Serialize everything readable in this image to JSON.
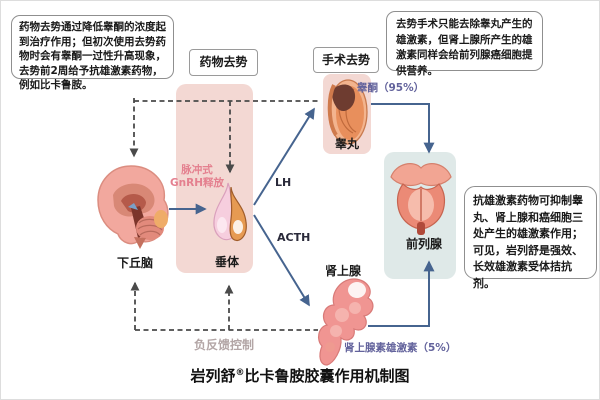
{
  "title": {
    "brand": "岩列舒",
    "reg": "®",
    "rest": "比卡鲁胺胶囊作用机制图"
  },
  "notes": {
    "drug_castration": "药物去势通过降低睾酮的浓度起到治疗作用；但初次使用去势药物时会有睾酮一过性升高现象，去势前2周给予抗雄激素药物，例如比卡鲁胺。",
    "surgery_castration": "去势手术只能去除睾丸产生的雄激素，但肾上腺所产生的雄激素同样会给前列腺癌细胞提供营养。",
    "antiandrogen": "抗雄激素药物可抑制睾丸、肾上腺和癌细胞三处产生的雄激素作用；可见，岩列舒是强效、长效雄激素受体拮抗剂。"
  },
  "tags": {
    "drug_castration": "药物去势",
    "surgery_castration": "手术去势"
  },
  "labels": {
    "hypothalamus": "下丘脑",
    "pituitary": "垂体",
    "gnrh_line1": "脉冲式",
    "gnrh_line2": "GnRH释放",
    "testis": "睾丸",
    "testosterone": "睾酮（95%）",
    "adrenal": "肾上腺",
    "adrenal_androgen": "肾上腺素雄激素（5%）",
    "prostate": "前列腺",
    "lh": "LH",
    "acth": "ACTH",
    "negative_feedback": "负反馈控制"
  },
  "colors": {
    "solid_arrow": "#46648f",
    "dashed_line": "#4a4a4a",
    "pink_panel": "#f3d8d3",
    "blue_panel": "#dfe9e8",
    "gnrh_text": "#e4808f",
    "hormone_text": "#63639c",
    "feedback_text": "#b3a6a6"
  }
}
